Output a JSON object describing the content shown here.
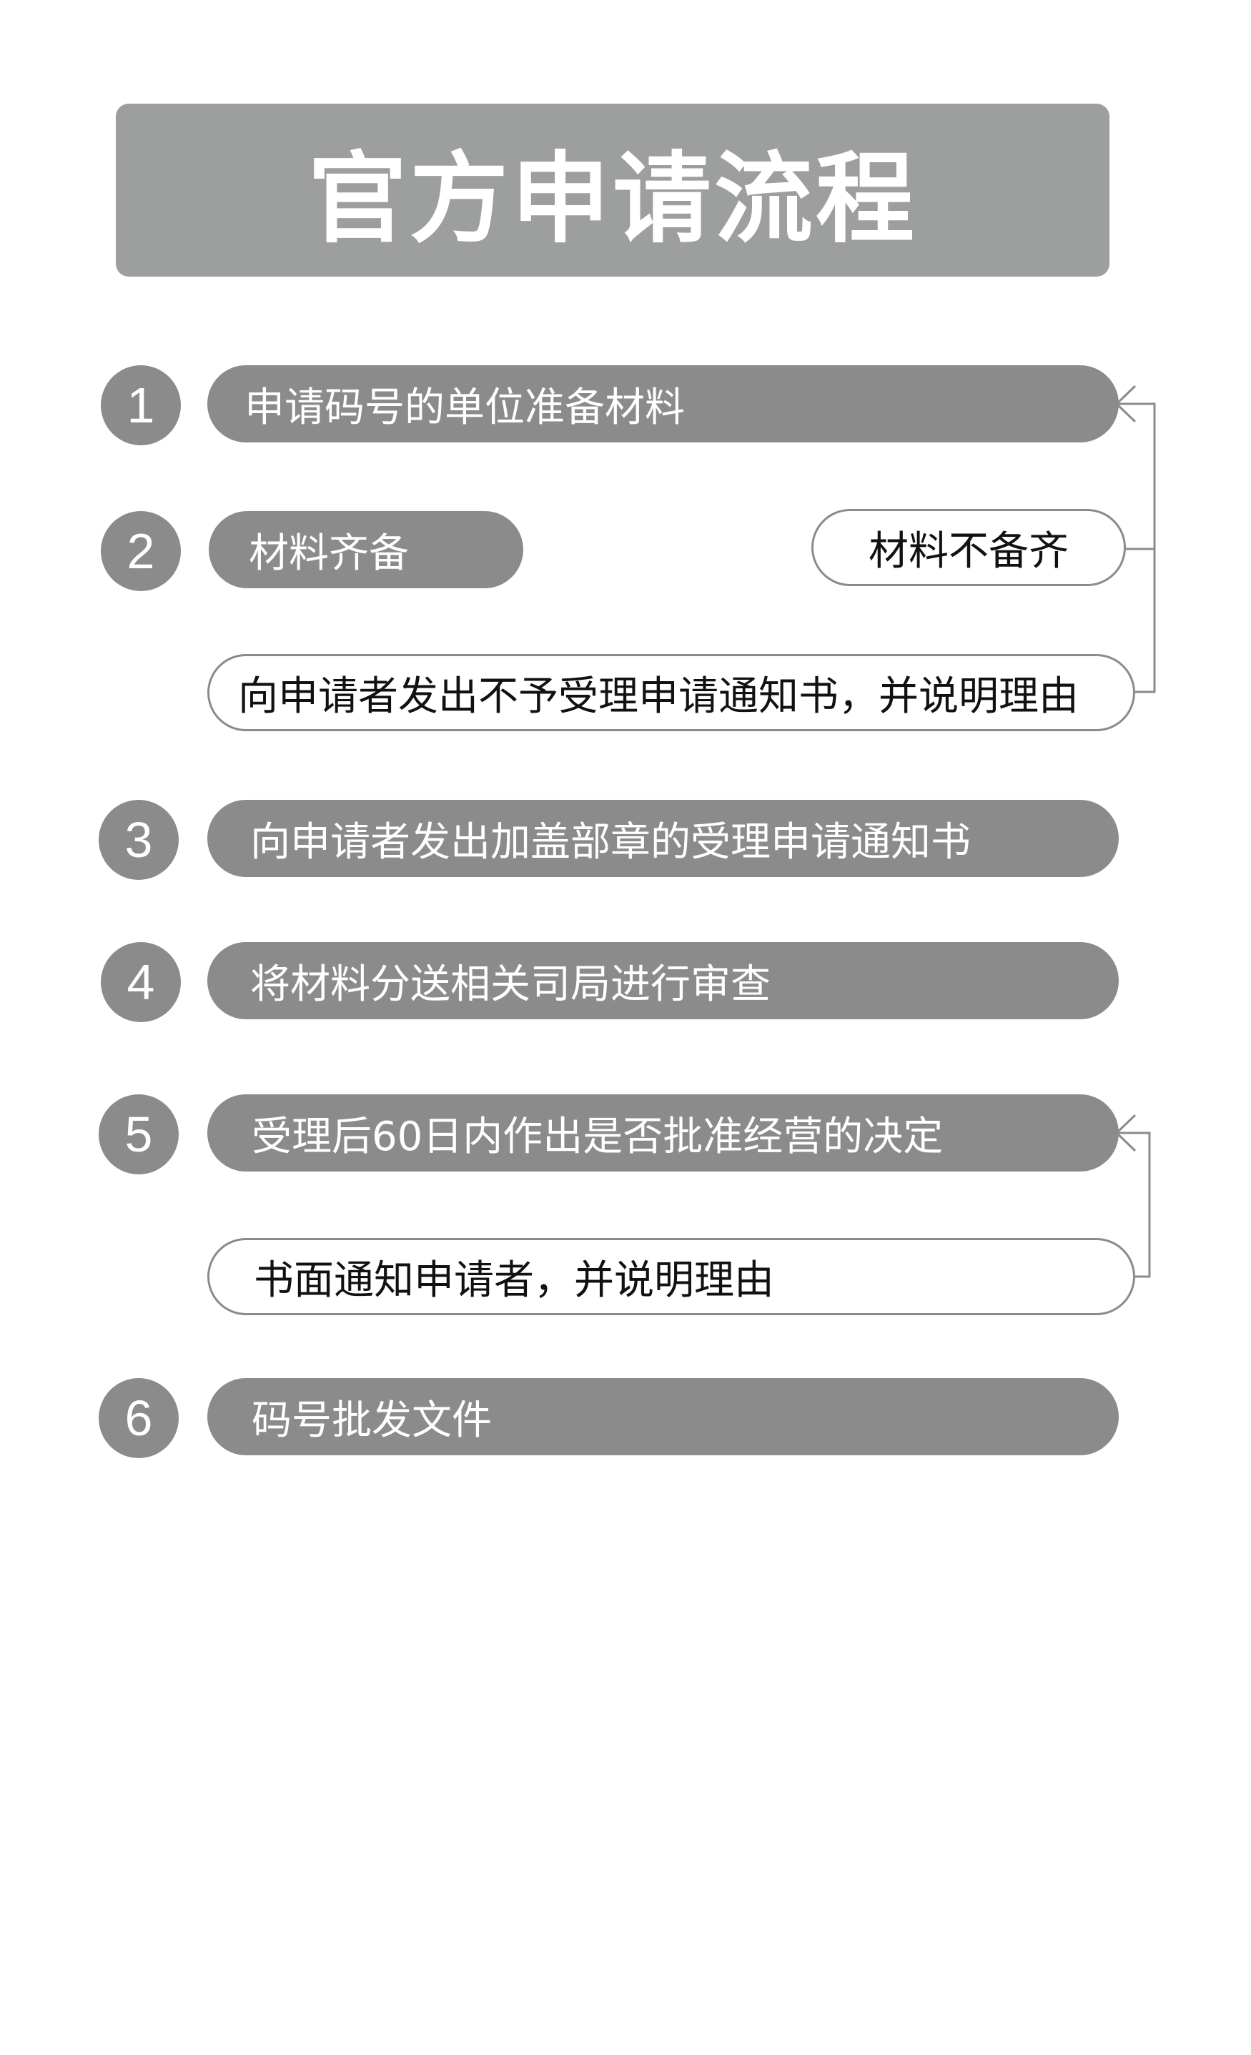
{
  "title": "官方申请流程",
  "colors": {
    "accent": "#8b8b8b",
    "title_bg": "#9d9e9e",
    "line": "#8b8b8b"
  },
  "steps": [
    {
      "num": "1",
      "label": "申请码号的单位准备材料"
    },
    {
      "num": "2",
      "label": "材料齐备"
    },
    {
      "num": "3",
      "label": "向申请者发出加盖部章的受理申请通知书"
    },
    {
      "num": "4",
      "label": "将材料分送相关司局进行审查"
    },
    {
      "num": "5",
      "label": "受理后60日内作出是否批准经营的决定"
    },
    {
      "num": "6",
      "label": "码号批发文件"
    }
  ],
  "branches": {
    "incomplete": "材料不备齐",
    "reject_notice": "向申请者发出不予受理申请通知书，并说明理由",
    "written_notice": "书面通知申请者，并说明理由"
  }
}
